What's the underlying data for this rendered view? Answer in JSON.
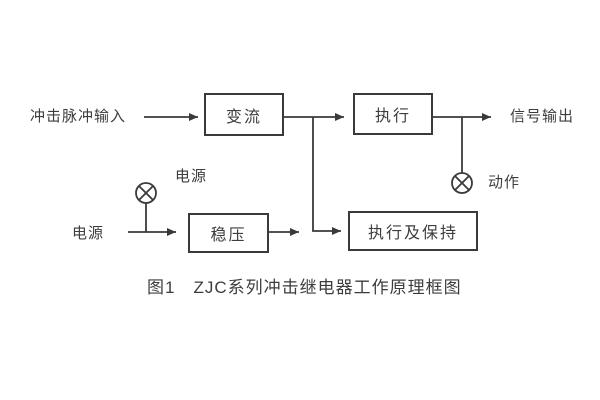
{
  "figure": {
    "caption": "图1　ZJC系列冲击继电器工作原理框图",
    "blocks": {
      "convert": "变流",
      "execute": "执行",
      "stabilize": "稳压",
      "execute_hold": "执行及保持"
    },
    "labels": {
      "impulse_input": "冲击脉冲输入",
      "signal_output": "信号输出",
      "power_lamp": "电源",
      "power_input": "电源",
      "action": "动作"
    },
    "icons": {
      "power_lamp": "indicator-lamp",
      "action_lamp": "indicator-lamp"
    },
    "colors": {
      "background": "#ffffff",
      "line": "#3a3a3a",
      "text": "#3d3d3d"
    }
  }
}
